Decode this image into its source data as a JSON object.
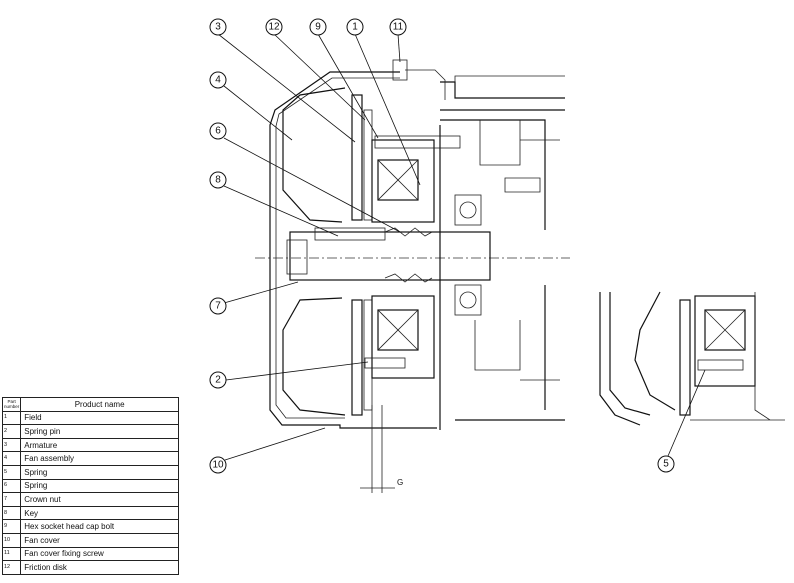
{
  "table": {
    "header_number": "Part number",
    "header_name": "Product name",
    "rows": [
      {
        "no": "1",
        "name": "Field"
      },
      {
        "no": "2",
        "name": "Spring pin"
      },
      {
        "no": "3",
        "name": "Armature"
      },
      {
        "no": "4",
        "name": "Fan assembly"
      },
      {
        "no": "5",
        "name": "Spring"
      },
      {
        "no": "6",
        "name": "Spring"
      },
      {
        "no": "7",
        "name": "Crown nut"
      },
      {
        "no": "8",
        "name": "Key"
      },
      {
        "no": "9",
        "name": "Hex socket head cap bolt"
      },
      {
        "no": "10",
        "name": "Fan cover"
      },
      {
        "no": "11",
        "name": "Fan cover fixing screw"
      },
      {
        "no": "12",
        "name": "Friction disk"
      }
    ]
  },
  "callouts": {
    "c1": "1",
    "c2": "2",
    "c3": "3",
    "c4": "4",
    "c5": "5",
    "c6": "6",
    "c7": "7",
    "c8": "8",
    "c9": "9",
    "c10": "10",
    "c11": "11",
    "c12": "12"
  },
  "dimension_label": "G"
}
